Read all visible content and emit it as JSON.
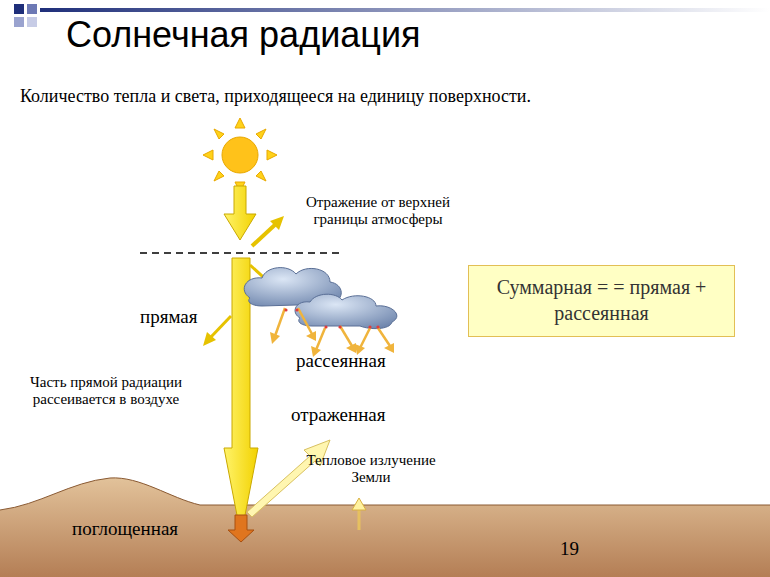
{
  "diagram": {
    "title": "Солнечная радиация",
    "caption": "Количество тепла и света, приходящееся на единицу поверхности.",
    "nodes": [
      {
        "text": [
          "Суммарная = = прямая + рассеянная"
        ]
      }
    ],
    "labels": [
      "Отражение от верхней границы атмосферы",
      "прямая",
      "рассеянная",
      "Часть прямой радиации рассеивается в воздухе",
      "отраженная",
      "Тепловое излучение Земли",
      "поглощенная",
      "19"
    ]
  }
}
